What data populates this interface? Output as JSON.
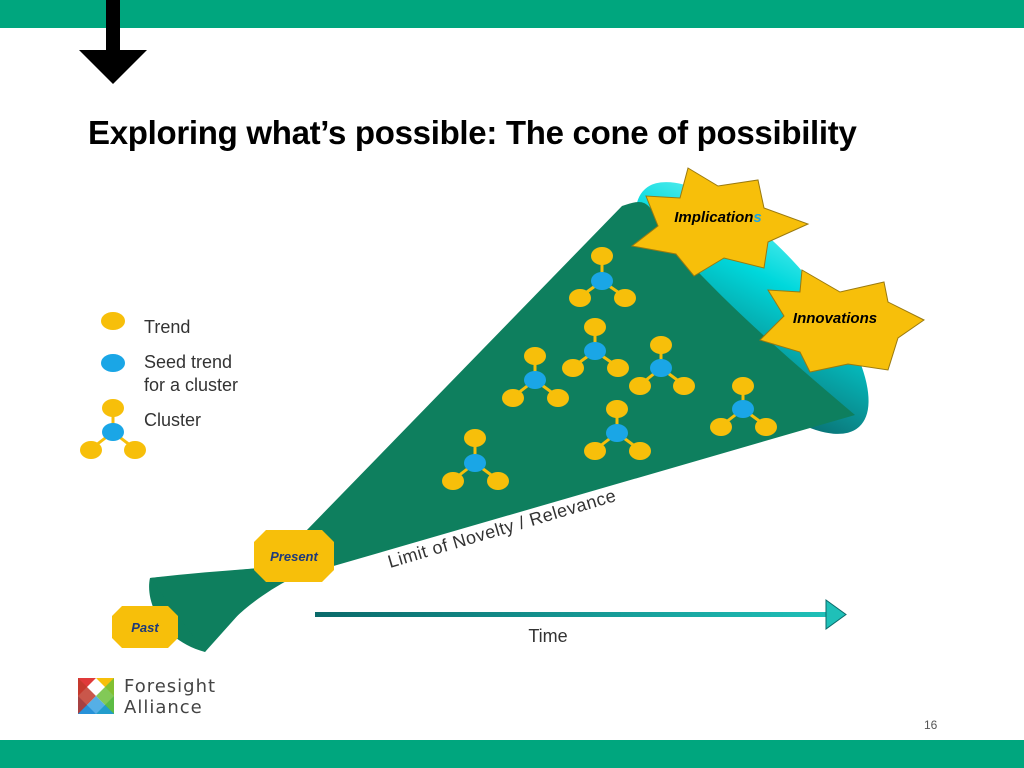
{
  "slide": {
    "title": "Exploring what’s possible: The cone of possibility",
    "page_number": "16",
    "colors": {
      "bar": "#00a67e",
      "cone": "#0e7f5e",
      "trend": "#f7bf0a",
      "seed": "#1aa6e6",
      "time_arrow": "#19b3ad"
    }
  },
  "legend": {
    "trend": "Trend",
    "seed_line1": "Seed trend",
    "seed_line2": "for a cluster",
    "cluster": "Cluster"
  },
  "diagram": {
    "implications_label": "Implication",
    "implications_suffix": "s",
    "innovations_label": "Innovations",
    "present_label": "Present",
    "past_label": "Past",
    "upper_limit_label": "Limit of Novelty / Relevance",
    "lower_limit_label": "Limit of Novelty / Relevance",
    "time_label": "Time"
  },
  "logo": {
    "line1": "Foresight",
    "line2": "Alliance"
  }
}
